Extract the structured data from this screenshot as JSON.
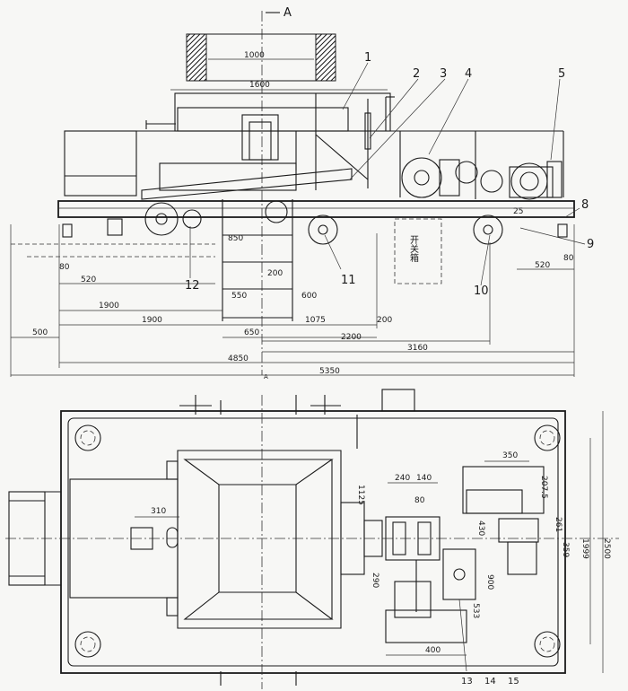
{
  "section_label": "A",
  "section_label_bottom": "A",
  "part_callouts": [
    "1",
    "2",
    "3",
    "4",
    "5",
    "8",
    "9",
    "10",
    "11",
    "12",
    "13",
    "14",
    "15"
  ],
  "switch_box_label": "开关箱",
  "front_dims": {
    "d1000": "1000",
    "d1600": "1600",
    "d850": "850",
    "d200a": "200",
    "d550": "550",
    "d600": "600",
    "d80a": "80",
    "d520a": "520",
    "d1900a": "1900",
    "d1900b": "1900",
    "d500": "500",
    "d1075": "1075",
    "d200b": "200",
    "d650": "650",
    "d2200": "2200",
    "d3160": "3160",
    "d4850": "4850",
    "d5350": "5350",
    "d80b": "80",
    "d520b": "520",
    "d25": "25"
  },
  "plan_dims": {
    "d310": "310",
    "d1125": "1125",
    "d240": "240",
    "d140": "140",
    "d80": "80",
    "d350": "350",
    "d207_5": "207.5",
    "d430": "430",
    "d261": "261",
    "d359": "359",
    "d1999": "1999",
    "d2500": "2500",
    "d290": "290",
    "d900": "900",
    "d533": "533",
    "d400": "400"
  }
}
